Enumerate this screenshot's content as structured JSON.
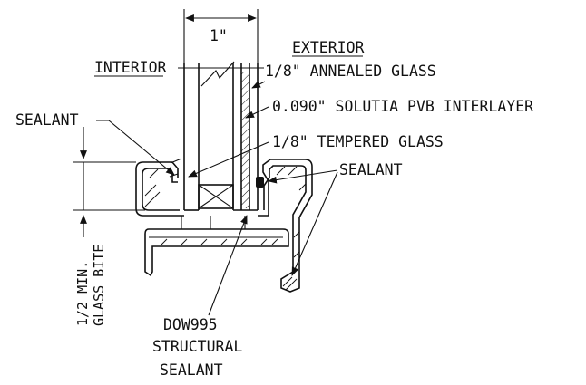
{
  "diagram": {
    "dimension_width": "1\"",
    "labels": {
      "interior": "INTERIOR",
      "exterior": "EXTERIOR",
      "annealed_glass": "1/8\" ANNEALED GLASS",
      "pvb_interlayer": "0.090\" SOLUTIA PVB INTERLAYER",
      "tempered_glass": "1/8\" TEMPERED GLASS",
      "sealant_left": "SEALANT",
      "sealant_right": "SEALANT",
      "glass_bite_line1": "1/2 MIN.",
      "glass_bite_line2": "GLASS BITE",
      "structural_line1": "DOW995",
      "structural_line2": "STRUCTURAL",
      "structural_line3": "SEALANT"
    }
  }
}
